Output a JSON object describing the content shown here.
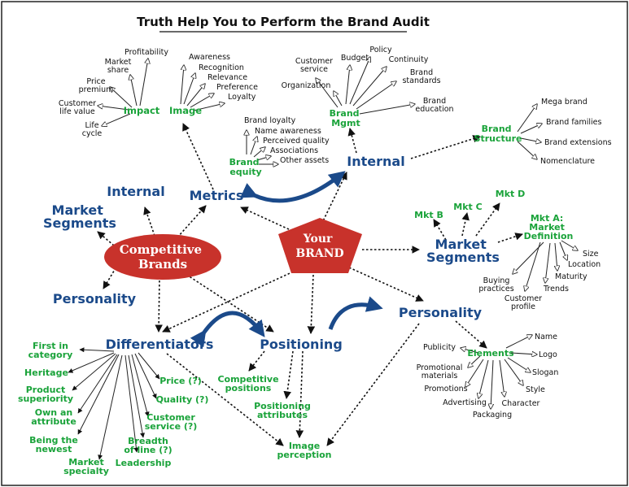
{
  "title": "Truth Help You to Perform the Brand Audit",
  "colors": {
    "ellipse": "#c8322b",
    "pentagon": "#c8322b",
    "heading": "#1b4a8a",
    "green": "#1aa33a"
  },
  "competitive": "Competitive\nBrands",
  "your_brand": "Your\nBRAND",
  "headings": {
    "metrics": "Metrics",
    "internal_left": "Internal",
    "market_segments_left": "Market\nSegments",
    "personality_left": "Personality",
    "differentiators": "Differentiators",
    "positioning": "Positioning",
    "internal_right": "Internal",
    "market_segments_right": "Market\nSegments",
    "personality_right": "Personality"
  },
  "impact": {
    "label": "Impact",
    "items": [
      "Profitability",
      "Market\nshare",
      "Price\npremium",
      "Customer\nlife value",
      "Life\ncycle"
    ]
  },
  "image": {
    "label": "Image",
    "items": [
      "Awareness",
      "Recognition",
      "Relevance",
      "Preference",
      "Loyalty"
    ]
  },
  "brand_equity": {
    "label": "Brand\nequity",
    "items": [
      "Brand loyalty",
      "Name awareness",
      "Perceived quality",
      "Associations",
      "Other assets"
    ]
  },
  "brand_mgmt": {
    "label": "Brand\nMgmt",
    "items": [
      "Customer\nservice",
      "Budget",
      "Policy",
      "Continuity",
      "Organization",
      "Brand\nstandards",
      "Brand\neducation"
    ]
  },
  "brand_structure": {
    "label": "Brand\nStructure",
    "items": [
      "Mega brand",
      "Brand families",
      "Brand extensions",
      "Nomenclature"
    ]
  },
  "markets": {
    "b": "Mkt B",
    "c": "Mkt C",
    "d": "Mkt D",
    "a": "Mkt A:\nMarket\nDefinition",
    "a_items": [
      "Size",
      "Location",
      "Maturity",
      "Trends",
      "Buying\npractices",
      "Customer\nprofile"
    ]
  },
  "elements": {
    "label": "Elements",
    "items": [
      "Name",
      "Logo",
      "Slogan",
      "Style",
      "Character",
      "Packaging",
      "Advertising",
      "Promotions",
      "Promotional\nmaterials",
      "Publicity"
    ]
  },
  "differentiators_items": [
    "First in\ncategory",
    "Heritage",
    "Product\nsuperiority",
    "Own an\nattribute",
    "Being the\nnewest",
    "Market\nspecialty",
    "Leadership",
    "Breadth\nof line (?)",
    "Customer\nservice (?)",
    "Quality (?)",
    "Price (?)"
  ],
  "positioning_items": {
    "competitive": "Competitive\npositions",
    "attributes": "Positioning\nattributes",
    "image_perception": "Image\nperception"
  }
}
